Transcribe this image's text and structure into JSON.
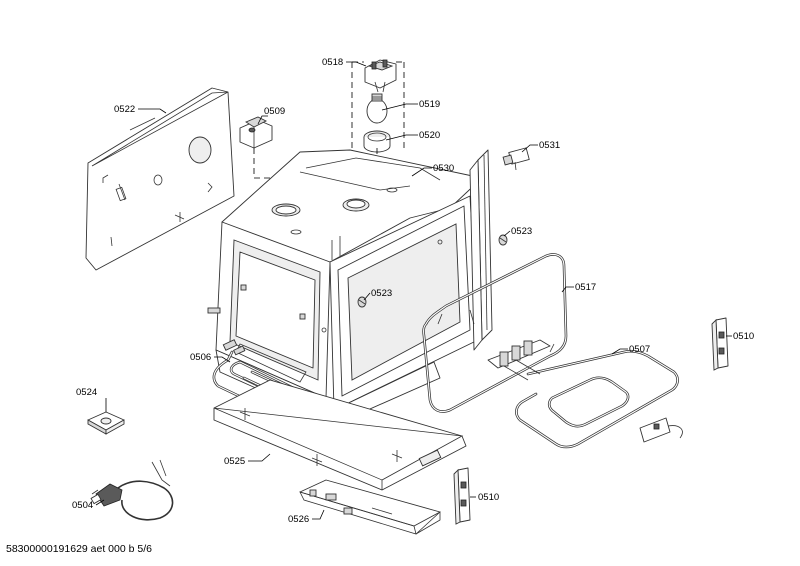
{
  "labels": {
    "p0518": "0518",
    "p0519": "0519",
    "p0520": "0520",
    "p0522": "0522",
    "p0509": "0509",
    "p0530": "0530",
    "p0531": "0531",
    "p0523a": "0523",
    "p0523b": "0523",
    "p0517": "0517",
    "p0507": "0507",
    "p0510a": "0510",
    "p0510b": "0510",
    "p0506": "0506",
    "p0524": "0524",
    "p0525": "0525",
    "p0504": "0504",
    "p0526": "0526"
  },
  "footer": "58300000191629 aet 000 b 5/6"
}
